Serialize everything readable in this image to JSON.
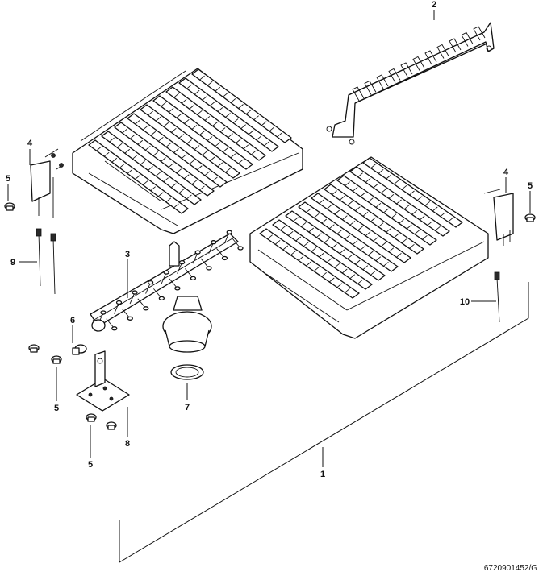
{
  "callouts": [
    {
      "id": "c1",
      "text": "1"
    },
    {
      "id": "c2",
      "text": "2"
    },
    {
      "id": "c3",
      "text": "3"
    },
    {
      "id": "c4a",
      "text": "4"
    },
    {
      "id": "c4b",
      "text": "4"
    },
    {
      "id": "c5a",
      "text": "5"
    },
    {
      "id": "c5b",
      "text": "5"
    },
    {
      "id": "c5c",
      "text": "5"
    },
    {
      "id": "c5d",
      "text": "5"
    },
    {
      "id": "c6",
      "text": "6"
    },
    {
      "id": "c7",
      "text": "7"
    },
    {
      "id": "c8",
      "text": "8"
    },
    {
      "id": "c9",
      "text": "9"
    },
    {
      "id": "c10",
      "text": "10"
    }
  ],
  "reference": "6720901452/G"
}
